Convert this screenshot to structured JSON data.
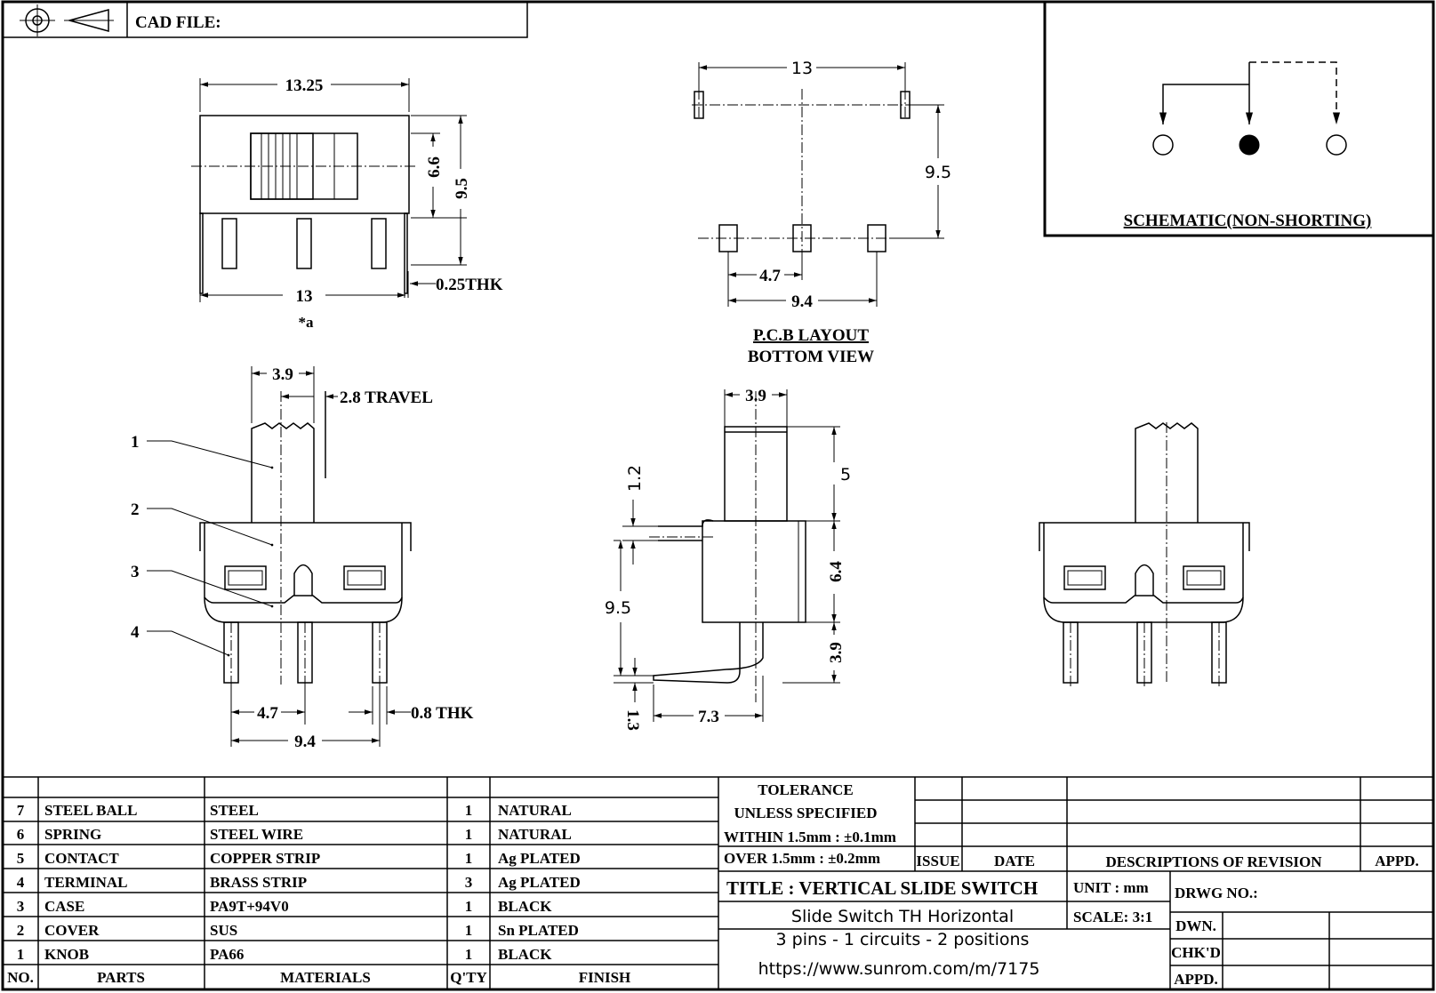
{
  "header": {
    "cad_file_label": "CAD FILE:"
  },
  "top_view": {
    "dim_width": "13.25",
    "dim_height_body": "6.6",
    "dim_height_total": "9.5",
    "dim_pin_span": "13",
    "dim_thickness": "0.25THK",
    "note": "*a"
  },
  "pcb_layout": {
    "dim_mount_span": "13",
    "dim_row_offset": "9.5",
    "dim_pitch": "4.7",
    "dim_span": "9.4",
    "title": "P.C.B LAYOUT",
    "subtitle": "BOTTOM VIEW"
  },
  "schematic": {
    "title": "SCHEMATIC(NON-SHORTING)"
  },
  "front_view": {
    "dim_knob_width": "3.9",
    "dim_travel": "2.8  TRAVEL",
    "callouts": [
      "1",
      "2",
      "3",
      "4"
    ],
    "dim_pitch": "4.7",
    "dim_pin_thickness": "0.8  THK",
    "dim_span": "9.4"
  },
  "side_view": {
    "dim_knob_width": "3.9",
    "dim_knob_height": "5",
    "dim_body_height": "6.4",
    "dim_pin_height": "3.9",
    "dim_tab": "1.2",
    "dim_mount_height": "9.5",
    "dim_foot": "1.3",
    "dim_pin_offset": "7.3"
  },
  "parts_table": {
    "headers": {
      "no": "NO.",
      "parts": "PARTS",
      "materials": "MATERIALS",
      "qty": "Q'TY",
      "finish": "FINISH"
    },
    "rows": [
      {
        "no": "7",
        "part": "STEEL BALL",
        "material": "STEEL",
        "qty": "1",
        "finish": "NATURAL"
      },
      {
        "no": "6",
        "part": "SPRING",
        "material": "STEEL WIRE",
        "qty": "1",
        "finish": "NATURAL"
      },
      {
        "no": "5",
        "part": "CONTACT",
        "material": "COPPER STRIP",
        "qty": "1",
        "finish": "Ag PLATED"
      },
      {
        "no": "4",
        "part": "TERMINAL",
        "material": "BRASS STRIP",
        "qty": "3",
        "finish": "Ag PLATED"
      },
      {
        "no": "3",
        "part": "CASE",
        "material": "PA9T+94V0",
        "qty": "1",
        "finish": "BLACK"
      },
      {
        "no": "2",
        "part": "COVER",
        "material": "SUS",
        "qty": "1",
        "finish": "Sn PLATED"
      },
      {
        "no": "1",
        "part": "KNOB",
        "material": "PA66",
        "qty": "1",
        "finish": "BLACK"
      }
    ]
  },
  "tolerance": {
    "line1": "TOLERANCE",
    "line2": "UNLESS   SPECIFIED",
    "within": "WITHIN  1.5mm  :  ±0.1mm",
    "over": "OVER     1.5mm  :  ±0.2mm"
  },
  "revision": {
    "issue": "ISSUE",
    "date": "DATE",
    "description": "DESCRIPTIONS  OF  REVISION",
    "approved": "APPD."
  },
  "title_block": {
    "title": "TITLE : VERTICAL SLIDE SWITCH",
    "unit": "UNIT : mm",
    "scale": "SCALE: 3:1",
    "drawing_no": "DRWG  NO.:",
    "drawn": "DWN.",
    "checked": "CHK'D",
    "approved": "APPD.",
    "subtitle": "Slide Switch TH Horizontal",
    "pins_info": "3 pins - 1 circuits - 2 positions",
    "url": "https://www.sunrom.com/m/7175"
  }
}
